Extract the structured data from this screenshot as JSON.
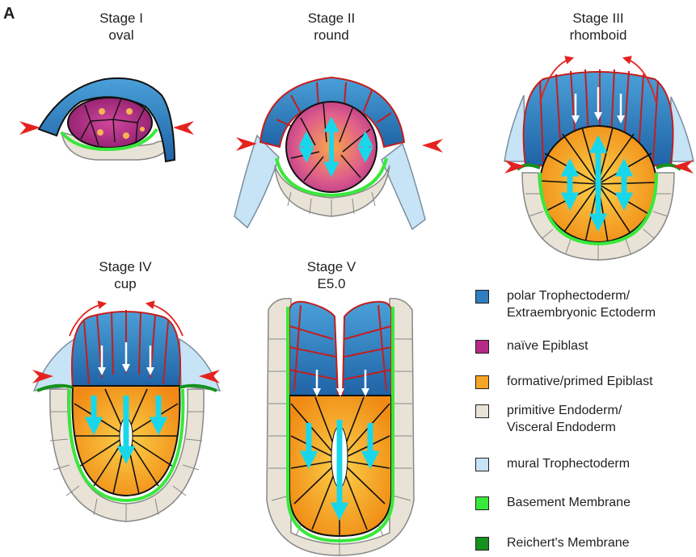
{
  "panel_label": "A",
  "stages": [
    {
      "title": "Stage I",
      "subtitle": "oval"
    },
    {
      "title": "Stage II",
      "subtitle": "round"
    },
    {
      "title": "Stage III",
      "subtitle": "rhomboid"
    },
    {
      "title": "Stage IV",
      "subtitle": "cup"
    },
    {
      "title": "Stage V",
      "subtitle": "E5.0"
    }
  ],
  "legend": [
    {
      "label": "polar Trophectoderm/\nExtraembryonic Ectoderm",
      "color": "#2f7fc0"
    },
    {
      "label": "naïve Epiblast",
      "color": "#b62a87"
    },
    {
      "label": "formative/primed Epiblast",
      "color": "#f6a524"
    },
    {
      "label": "primitive Endoderm/\nVisceral Endoderm",
      "color": "#e8e3d6"
    },
    {
      "label": "mural Trophectoderm",
      "color": "#c7e3f6"
    },
    {
      "label": "Basement Membrane",
      "color": "#39e83a"
    },
    {
      "label": "Reichert's Membrane",
      "color": "#15921c"
    }
  ],
  "colors": {
    "trophectoderm": "#2f7fc0",
    "naive_epiblast": "#b62a87",
    "primed_epiblast": "#f6a524",
    "endoderm": "#e8e3d6",
    "mural": "#c7e3f6",
    "basement": "#39e83a",
    "reichert": "#15921c",
    "red_arrow": "#e4231f",
    "cyan_arrow": "#19d7ea"
  }
}
